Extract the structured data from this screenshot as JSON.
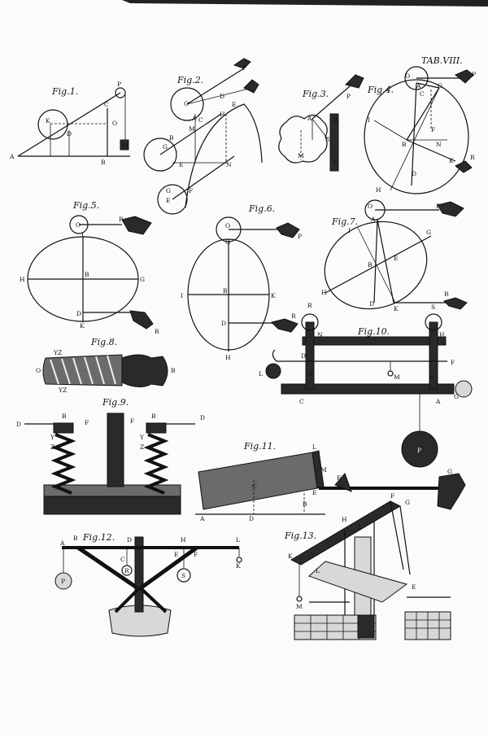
{
  "plate_title": "TAB.VIII.",
  "figures": [
    {
      "id": "fig1",
      "caption": "Fig.1.",
      "labels": [
        "P",
        "K",
        "C",
        "D",
        "O",
        "M",
        "A",
        "B"
      ]
    },
    {
      "id": "fig2",
      "caption": "Fig.2.",
      "labels": [
        "P",
        "D",
        "O",
        "A",
        "C",
        "E",
        "H",
        "M",
        "B",
        "G",
        "N",
        "E",
        "F",
        "G",
        "E"
      ]
    },
    {
      "id": "fig3",
      "caption": "Fig.3.",
      "labels": [
        "P",
        "A",
        "B",
        "C",
        "M",
        "F"
      ]
    },
    {
      "id": "fig4",
      "caption": "Fig.4.",
      "labels": [
        "O",
        "A",
        "C",
        "G",
        "P",
        "I",
        "F",
        "B",
        "N",
        "D",
        "K",
        "R",
        "H"
      ]
    },
    {
      "id": "fig5",
      "caption": "Fig.5.",
      "labels": [
        "O",
        "P",
        "I",
        "H",
        "B",
        "G",
        "D",
        "K",
        "R"
      ]
    },
    {
      "id": "fig6",
      "caption": "Fig.6.",
      "labels": [
        "O",
        "P",
        "G",
        "I",
        "B",
        "K",
        "D",
        "R",
        "H"
      ]
    },
    {
      "id": "fig7",
      "caption": "Fig.7.",
      "labels": [
        "O",
        "A",
        "P",
        "I",
        "G",
        "B",
        "E",
        "H",
        "D",
        "K",
        "R"
      ]
    },
    {
      "id": "fig8",
      "caption": "Fig.8.",
      "labels": [
        "YZ",
        "O",
        "YZ",
        "B"
      ]
    },
    {
      "id": "fig9",
      "caption": "Fig.9.",
      "labels": [
        "D",
        "B",
        "F",
        "Y",
        "Z",
        "F",
        "B",
        "D",
        "Y",
        "Z"
      ]
    },
    {
      "id": "fig10",
      "caption": "Fig.10.",
      "labels": [
        "R",
        "S",
        "N",
        "H",
        "D",
        "F",
        "L",
        "E",
        "M",
        "E",
        "C",
        "A",
        "G",
        "P"
      ]
    },
    {
      "id": "fig11",
      "caption": "Fig.11.",
      "labels": [
        "L",
        "M",
        "F",
        "G",
        "C",
        "E",
        "A",
        "D",
        "B"
      ]
    },
    {
      "id": "fig12",
      "caption": "Fig.12.",
      "labels": [
        "A",
        "B",
        "D",
        "H",
        "L",
        "C",
        "E",
        "F",
        "K",
        "P",
        "R",
        "S"
      ]
    },
    {
      "id": "fig13",
      "caption": "Fig.13.",
      "labels": [
        "F",
        "G",
        "H",
        "I",
        "K",
        "L",
        "M",
        "E"
      ]
    }
  ]
}
